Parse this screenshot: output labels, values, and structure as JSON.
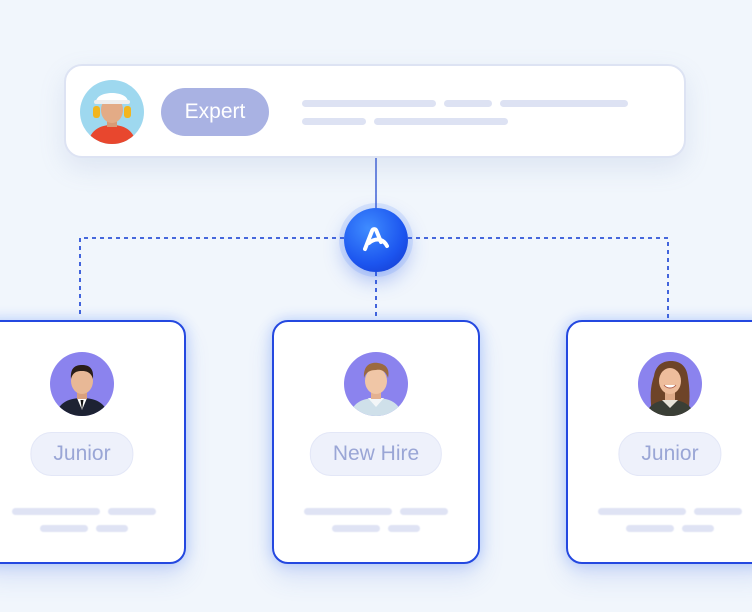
{
  "expert": {
    "role_label": "Expert"
  },
  "members": [
    {
      "role_label": "Junior"
    },
    {
      "role_label": "New Hire"
    },
    {
      "role_label": "Junior"
    }
  ],
  "colors": {
    "accent_blue": "#2448e0",
    "hub_blue": "#1c55ef",
    "expert_pill": "#a9b2e3",
    "role_pill_text": "#9aa6d6",
    "connector": "#2f54d8"
  },
  "icons": {
    "hub": "brand-logo-icon",
    "expert_avatar": "worker-hardhat-avatar",
    "member_avatars": [
      "man-suit-avatar",
      "young-man-avatar",
      "woman-smiling-avatar"
    ]
  }
}
